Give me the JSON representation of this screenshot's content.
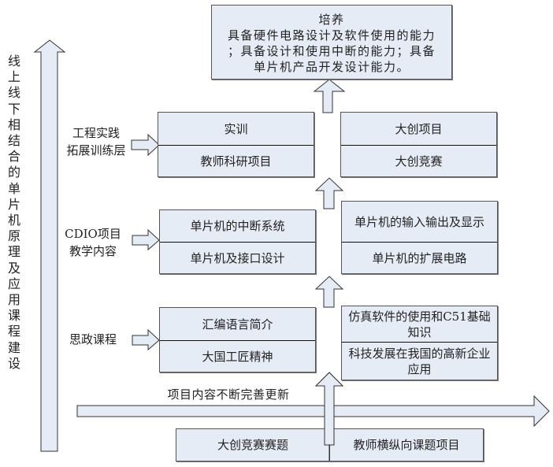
{
  "vertical_title": "线上线下相结合的单片机原理及应用课程建设",
  "goal": {
    "title": "培养",
    "lines": [
      "具备硬件电路设计及软件使用的能力",
      "；具备设计和使用中断的能力；具备",
      "单片机产品开发设计能力。"
    ]
  },
  "layers": [
    {
      "label_lines": [
        "工程实践",
        "拓展训练层"
      ],
      "left_box": [
        "实训",
        "教师科研项目"
      ],
      "right_box": [
        "大创项目",
        "大创竞赛"
      ]
    },
    {
      "label_lines": [
        "CDIO项目",
        "教学内容"
      ],
      "left_box": [
        "单片机的中断系统",
        "单片机及接口设计"
      ],
      "right_box": [
        "单片机的输入输出及显示",
        "单片机的扩展电路"
      ]
    },
    {
      "label_lines": [
        "思政课程"
      ],
      "left_box": [
        "汇编语言简介",
        "大国工匠精神"
      ],
      "right_box": [
        "仿真软件的使用和C51基础知识",
        "科技发展在我国的高新企业应用"
      ]
    }
  ],
  "timeline_label": "项目内容不断完善更新",
  "sources": [
    "大创竞赛赛题",
    "教师横纵向课题项目"
  ]
}
